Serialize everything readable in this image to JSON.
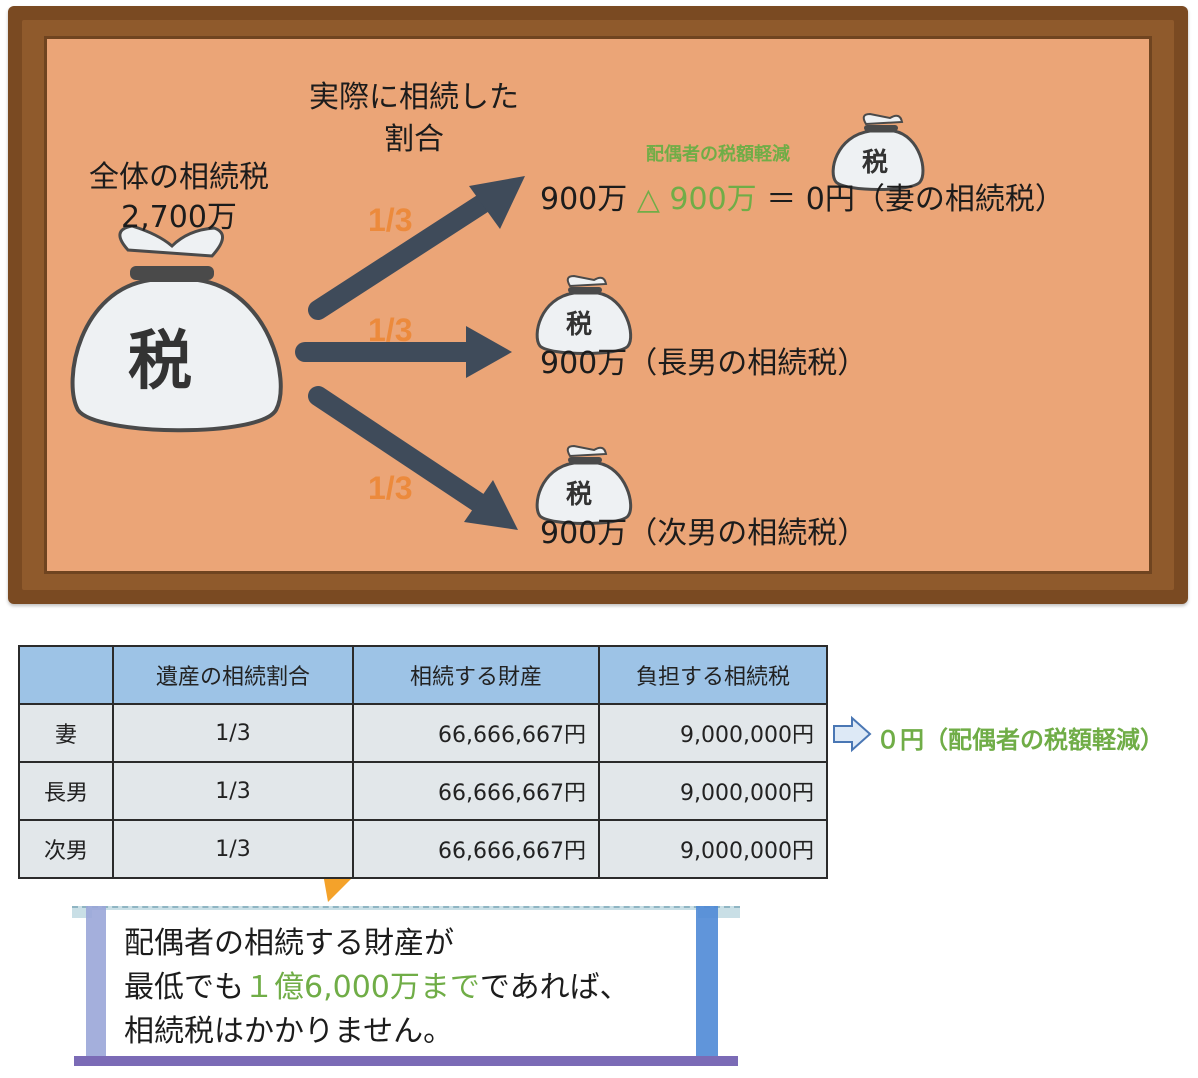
{
  "diagram": {
    "total_label": "全体の相続税",
    "total_amount": "2,700万",
    "actual_share_label_line1": "実際に相続した",
    "actual_share_label_line2": "割合",
    "tax_bag_text": "税",
    "fractions": [
      "1/3",
      "1/3",
      "1/3"
    ],
    "spouse_deduction_label": "配偶者の税額軽減",
    "rows": [
      {
        "amount": "900万",
        "deduction": "△ 900万",
        "equals": "＝ 0円",
        "label": "（妻の相続税）"
      },
      {
        "amount": "900万",
        "label": "（長男の相続税）"
      },
      {
        "amount": "900万",
        "label": "（次男の相続税）"
      }
    ]
  },
  "table": {
    "headers": [
      "",
      "遺産の相続割合",
      "相続する財産",
      "負担する相続税"
    ],
    "rows": [
      [
        "妻",
        "1/3",
        "66,666,667円",
        "9,000,000円"
      ],
      [
        "長男",
        "1/3",
        "66,666,667円",
        "9,000,000円"
      ],
      [
        "次男",
        "1/3",
        "66,666,667円",
        "9,000,000円"
      ]
    ],
    "spouse_result": "０円（配偶者の税額軽減）"
  },
  "note": {
    "line1": "配偶者の相続する財産が",
    "line2_prefix": "最低でも",
    "line2_highlight": "１億6,000万まで",
    "line2_suffix": "であれば、",
    "line3": "相続税はかかりません。"
  },
  "colors": {
    "board_frame": "#7a4a22",
    "board_surface": "#eba577",
    "arrow": "#3f4b5a",
    "fraction": "#ec8a3c",
    "green_highlight": "#70ad47",
    "table_header": "#9dc3e6",
    "table_cell": "#e2e7ea",
    "callout_orange": "#f4a22a"
  }
}
